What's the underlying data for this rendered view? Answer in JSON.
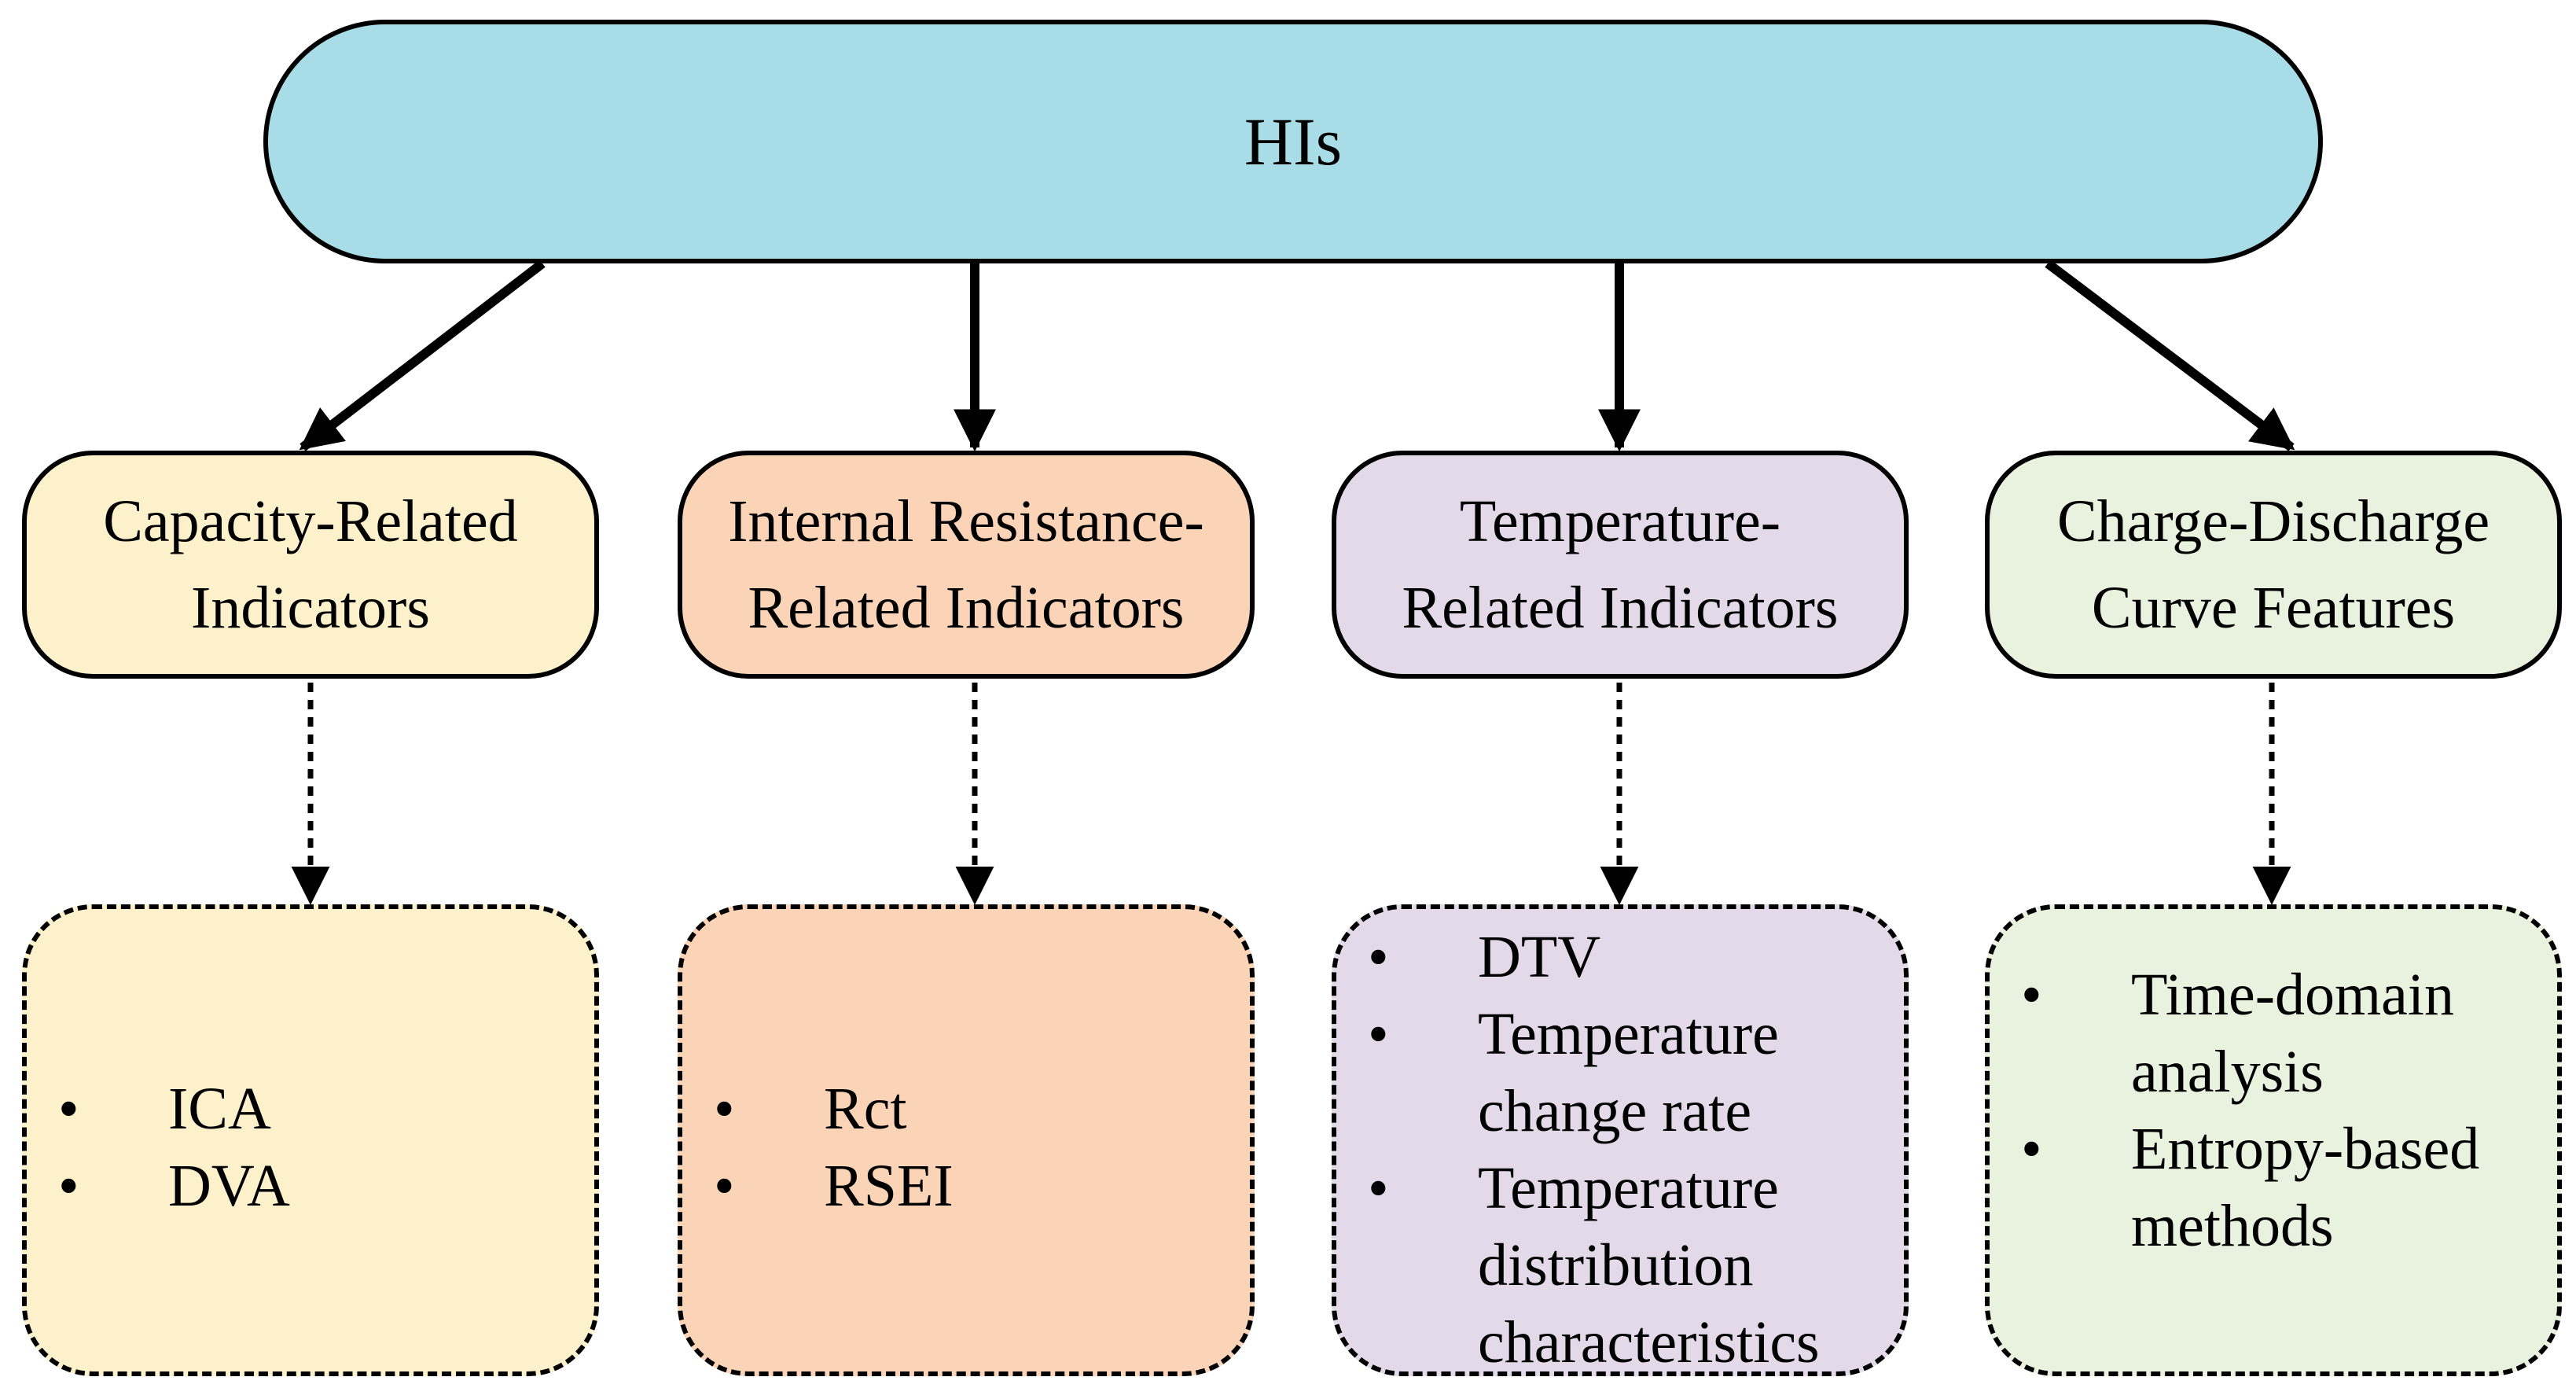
{
  "root": {
    "label": "HIs"
  },
  "categories": [
    {
      "line1": "Capacity-Related",
      "line2": "Indicators",
      "color": "#fdf1cc"
    },
    {
      "line1": "Internal Resistance-",
      "line2": "Related Indicators",
      "color": "#fbd4b7"
    },
    {
      "line1": "Temperature-",
      "line2": "Related Indicators",
      "color": "#e3d9e8"
    },
    {
      "line1": "Charge-Discharge",
      "line2": "Curve Features",
      "color": "#e9f1df"
    }
  ],
  "details": [
    {
      "items": [
        "ICA",
        "DVA"
      ]
    },
    {
      "items": [
        "Rct",
        "RSEI"
      ]
    },
    {
      "items": [
        "DTV",
        "Temperature change rate",
        "Temperature distribution characteristics"
      ]
    },
    {
      "items": [
        "Time-domain analysis",
        "Entropy-based methods"
      ]
    }
  ],
  "colors": {
    "root_fill": "#a8dde8",
    "stroke": "#000000"
  }
}
